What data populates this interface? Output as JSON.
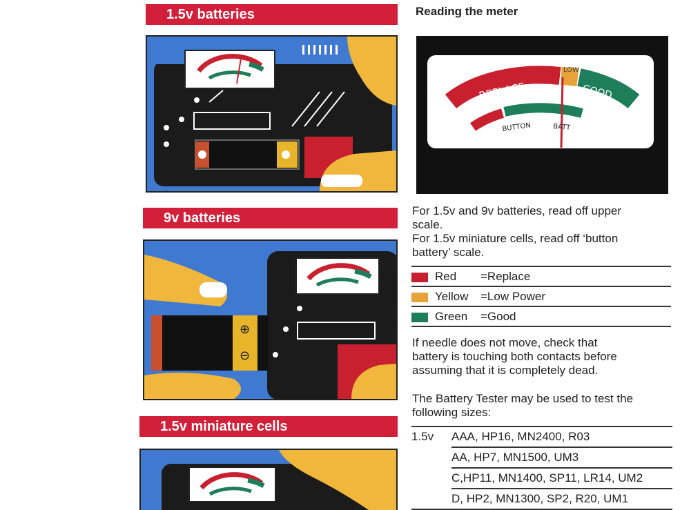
{
  "sections": {
    "s1_title": "1.5v batteries",
    "s2_title": "9v batteries",
    "s3_title": "1.5v miniature cells"
  },
  "meter": {
    "title": "Reading the meter",
    "label_replace": "REPLACE",
    "label_low": "LOW",
    "label_good": "GOOD",
    "label_button": "BUTTON",
    "label_batt": "BATT"
  },
  "instructions": {
    "line1": "For 1.5v and 9v batteries, read off upper",
    "line2": "scale.",
    "line3": "For 1.5v miniature cells, read off ‘button",
    "line4": "battery’ scale."
  },
  "legend": [
    {
      "color_name": "Red",
      "meaning": "=Replace",
      "swatch": "#c8202f"
    },
    {
      "color_name": "Yellow",
      "meaning": "=Low Power",
      "swatch": "#e8a23a"
    },
    {
      "color_name": "Green",
      "meaning": "=Good",
      "swatch": "#1e7d5a"
    }
  ],
  "note": {
    "line1": "If needle does not move, check that",
    "line2": "battery is touching both contacts before",
    "line3": "assuming that it is completely dead."
  },
  "sizes_intro": {
    "line1": "The Battery Tester may be used to test the",
    "line2": "following sizes:"
  },
  "sizes": [
    {
      "voltage": "1.5v",
      "models": "AAA, HP16, MN2400, R03"
    },
    {
      "voltage": "",
      "models": "AA, HP7, MN1500, UM3"
    },
    {
      "voltage": "",
      "models": "C,HP11, MN1400, SP11, LR14, UM2"
    },
    {
      "voltage": "",
      "models": "D, HP2, MN1300, SP2, R20, UM1"
    }
  ],
  "illustration_symbols": {
    "plus": "⊕",
    "minus": "⊖"
  },
  "colors": {
    "header_red": "#d2203a",
    "illus_blue": "#3f7ad0",
    "device_black": "#1b1b1b",
    "skin": "#f0b73c"
  }
}
